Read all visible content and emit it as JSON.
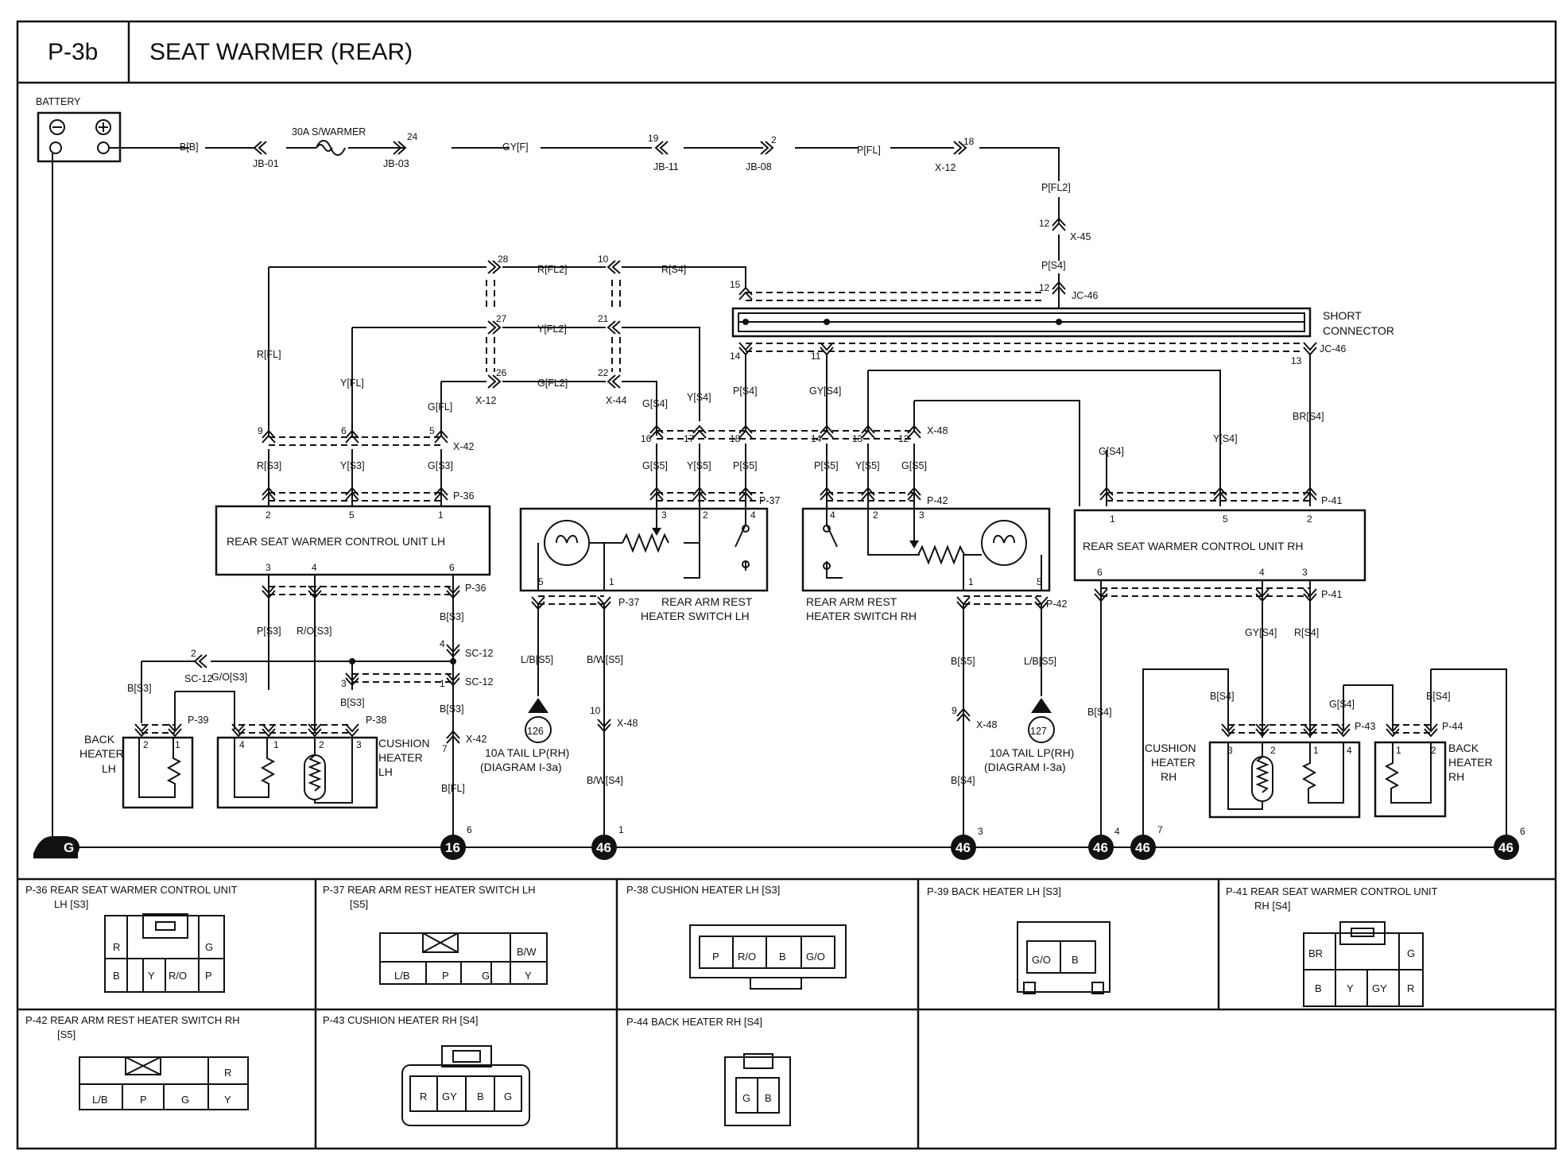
{
  "header": {
    "code": "P-3b",
    "title": "SEAT WARMER (REAR)"
  },
  "components": {
    "battery": "BATTERY",
    "fuse_main": "30A S/WARMER",
    "short_connector_1": "SHORT",
    "short_connector_2": "CONNECTOR",
    "ctrl_lh": "REAR SEAT WARMER CONTROL UNIT LH",
    "ctrl_rh": "REAR SEAT WARMER CONTROL UNIT RH",
    "sw_lh_1": "REAR ARM REST",
    "sw_lh_2": "HEATER SWITCH LH",
    "sw_rh_1": "REAR ARM REST",
    "sw_rh_2": "HEATER SWITCH RH",
    "back_lh_1": "BACK",
    "back_lh_2": "HEATER",
    "back_lh_3": "LH",
    "cush_lh_1": "CUSHION",
    "cush_lh_2": "HEATER",
    "cush_lh_3": "LH",
    "cush_rh_1": "CUSHION",
    "cush_rh_2": "HEATER",
    "cush_rh_3": "RH",
    "back_rh_1": "BACK",
    "back_rh_2": "HEATER",
    "back_rh_3": "RH",
    "tail_lh_1": "10A TAIL LP(RH)",
    "tail_lh_2": "(DIAGRAM I-3a)",
    "tail_lh_num": "126",
    "tail_rh_1": "10A TAIL LP(RH)",
    "tail_rh_2": "(DIAGRAM I-3a)",
    "tail_rh_num": "127"
  },
  "wires": {
    "bb": "B[B]",
    "gyf": "GY[F]",
    "pfl": "P[FL]",
    "pfl2": "P[FL2]",
    "ps4": "P[S4]",
    "rfl2": "R[FL2]",
    "rs4": "R[S4]",
    "yfl2": "Y[FL2]",
    "gfl2": "G[FL2]",
    "rfl": "R[FL]",
    "yfl": "Y[FL]",
    "gfl": "G[FL]",
    "rs3": "R[S3]",
    "ys3": "Y[S3]",
    "gs3": "G[S3]",
    "gs4_a": "G[S4]",
    "ys4_a": "Y[S4]",
    "ps4_b": "P[S4]",
    "gys4_a": "GY[S4]",
    "gs5_a": "G[S5]",
    "ys5_a": "Y[S5]",
    "ps5_a": "P[S5]",
    "ps5_b": "P[S5]",
    "ys5_b": "Y[S5]",
    "gs5_b": "G[S5]",
    "gs4_b": "G[S4]",
    "ys4_b": "Y[S4]",
    "brs4": "BR[S4]",
    "ps3": "P[S3]",
    "ros3": "R/O[S3]",
    "bs3_a": "B[S3]",
    "bs3_b": "B[S3]",
    "gos3": "G/O[S3]",
    "bs3_c": "B[S3]",
    "bs3_d": "B[S3]",
    "bfl": "B[FL]",
    "lbs5_a": "L/B[S5]",
    "bws5": "B/W[S5]",
    "bws4": "B/W[S4]",
    "bs5": "B[S5]",
    "lbs5_b": "L/B[S5]",
    "bs4_a": "B[S4]",
    "bs4_b": "B[S4]",
    "gys4_b": "GY[S4]",
    "rs4_b": "R[S4]",
    "bs4_c": "B[S4]",
    "gs4_c": "G[S4]",
    "bs4_d": "B[S4]"
  },
  "connectors": {
    "jb01": "JB-01",
    "jb03": "JB-03",
    "jb11": "JB-11",
    "jb08": "JB-08",
    "x12_top": "X-12",
    "x45": "X-45",
    "jc46_a": "JC-46",
    "jc46_b": "JC-46",
    "x12_mid": "X-12",
    "x44": "X-44",
    "x42_a": "X-42",
    "x48_a": "X-48",
    "p36_a": "P-36",
    "p37_a": "P-37",
    "p42_a": "P-42",
    "p41_a": "P-41",
    "p36_b": "P-36",
    "p37_b": "P-37",
    "p42_b": "P-42",
    "p41_b": "P-41",
    "sc12_a": "SC-12",
    "sc12_b": "SC-12",
    "sc12_c": "SC-12",
    "p39": "P-39",
    "p38": "P-38",
    "x42_b": "X-42",
    "x48_b": "X-48",
    "x48_c": "X-48",
    "p43": "P-43",
    "p44": "P-44"
  },
  "pins": {
    "n24": "24",
    "n19": "19",
    "n2": "2",
    "n18": "18",
    "n12a": "12",
    "n12b": "12",
    "n28": "28",
    "n10": "10",
    "n15": "15",
    "n27": "27",
    "n21": "21",
    "n26": "26",
    "n22": "22",
    "n14a": "14",
    "n11": "11",
    "n13a": "13",
    "n9": "9",
    "n6": "6",
    "n5": "5",
    "n16": "16",
    "n17": "17",
    "n18b": "18",
    "n14b": "14",
    "n13b": "13",
    "n12c": "12",
    "l2": "2",
    "l5": "5",
    "l1": "1",
    "l3": "3",
    "l4": "4",
    "l6": "6",
    "s3": "3",
    "s2": "2",
    "s4": "4",
    "s5": "5",
    "s1": "1",
    "r4": "4",
    "r2": "2",
    "r3": "3",
    "r1": "1",
    "r5": "5",
    "u1": "1",
    "u5": "5",
    "u2": "2",
    "u6": "6",
    "u4": "4",
    "u3": "3",
    "sc2": "2",
    "sc4": "4",
    "sc3": "3",
    "sc1": "1",
    "x7": "7",
    "x10": "10",
    "x9": "9",
    "bh2": "2",
    "bh1": "1",
    "ch4": "4",
    "ch1": "1",
    "ch2": "2",
    "ch3": "3",
    "rc3": "3",
    "rc2": "2",
    "rc1": "1",
    "rc4": "4",
    "rb1": "1",
    "rb2": "2"
  },
  "grounds": {
    "g": "G",
    "g16": "16",
    "g46a": "46",
    "g46b": "46",
    "g46c": "46",
    "g46d": "46",
    "g46e": "46",
    "s6": "6",
    "s1": "1",
    "s3": "3",
    "s4": "4",
    "s7": "7",
    "s6b": "6"
  },
  "connector_views": [
    {
      "title": "P-36 REAR SEAT WARMER CONTROL UNIT",
      "title2": "LH [S3]"
    },
    {
      "title": "P-37 REAR ARM REST HEATER SWITCH LH",
      "title2": "[S5]"
    },
    {
      "title": "P-38 CUSHION HEATER LH [S3]",
      "title2": ""
    },
    {
      "title": "P-39 BACK HEATER LH [S3]",
      "title2": ""
    },
    {
      "title": "P-41 REAR SEAT WARMER CONTROL UNIT",
      "title2": "RH [S4]"
    },
    {
      "title": "P-42 REAR ARM REST HEATER SWITCH RH",
      "title2": "[S5]"
    },
    {
      "title": "P-43 CUSHION HEATER RH [S4]",
      "title2": ""
    },
    {
      "title": "P-44 BACK HEATER RH [S4]",
      "title2": ""
    }
  ],
  "cv": {
    "p36": {
      "r": "R",
      "g": "G",
      "b": "B",
      "y": "Y",
      "ro": "R/O",
      "p": "P"
    },
    "p37": {
      "bw": "B/W",
      "lb": "L/B",
      "p": "P",
      "g": "G",
      "y": "Y"
    },
    "p38": {
      "p": "P",
      "ro": "R/O",
      "b": "B",
      "go": "G/O"
    },
    "p39": {
      "go": "G/O",
      "b": "B"
    },
    "p41": {
      "br": "BR",
      "g": "G",
      "b": "B",
      "y": "Y",
      "gy": "GY",
      "r": "R"
    },
    "p42": {
      "r": "R",
      "lb": "L/B",
      "p": "P",
      "g": "G",
      "y": "Y"
    },
    "p43": {
      "r": "R",
      "gy": "GY",
      "b": "B",
      "g": "G"
    },
    "p44": {
      "g": "G",
      "b": "B"
    }
  }
}
